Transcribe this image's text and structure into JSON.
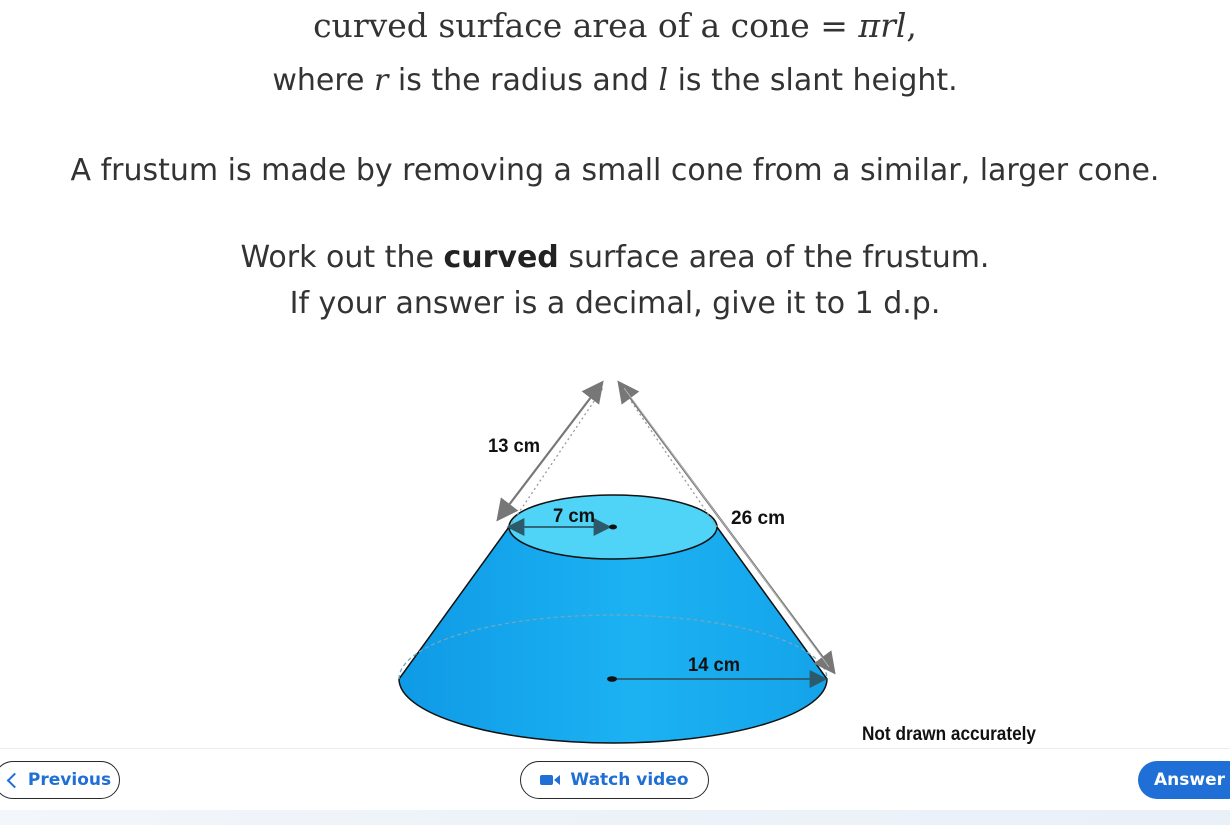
{
  "question": {
    "formula_prefix": "curved surface area of a cone =",
    "formula_math": "πrl",
    "formula_suffix": ",",
    "where_prefix": "where",
    "where_r": "r",
    "where_mid": "is the radius and",
    "where_l": "l",
    "where_suffix": "is the slant height.",
    "frustum_text": "A frustum is made by removing a small cone from a similar, larger cone.",
    "work_prefix": "Work out the",
    "work_bold": "curved",
    "work_suffix": "surface area of the frustum.",
    "decimal_text": "If your answer is a decimal, give it to 1 d.p."
  },
  "diagram": {
    "label_small_slant": "13 cm",
    "label_small_radius": "7 cm",
    "label_large_slant": "26 cm",
    "label_large_radius": "14 cm",
    "note": "Not drawn accurately",
    "colors": {
      "fill_dark": "#1eaaf0",
      "fill_light": "#4fd3f7",
      "stroke": "#111111",
      "arrow": "#777777"
    }
  },
  "nav": {
    "previous_label": "Previous",
    "video_label": "Watch video",
    "answer_label": "Answer",
    "accent": "#1f6fd6"
  }
}
